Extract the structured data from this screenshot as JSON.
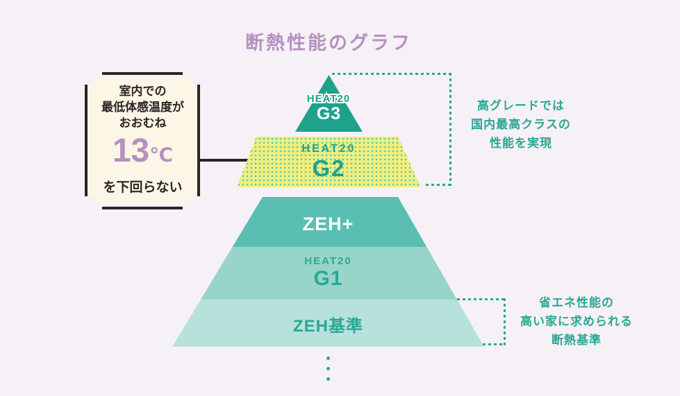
{
  "title": "断熱性能のグラフ",
  "callout": {
    "line1": "室内での",
    "line2": "最低体感温度が",
    "line3": "おおむね",
    "temp_value": "13",
    "temp_unit": "℃",
    "line5": "を下回らない"
  },
  "pyramid": {
    "g3": {
      "label_small": "HEAT20",
      "label_large": "G3"
    },
    "g2": {
      "label_small": "HEAT20",
      "label_large": "G2"
    },
    "zeh_plus": {
      "label": "ZEH+"
    },
    "g1": {
      "label_small": "HEAT20",
      "label_large": "G1"
    },
    "zeh_standard": {
      "label": "ZEH基準"
    }
  },
  "annotations": {
    "top": {
      "line1": "高グレードでは",
      "line2": "国内最高クラスの",
      "line3": "性能を実現"
    },
    "bottom": {
      "line1": "省エネ性能の",
      "line2": "高い家に求められる",
      "line3": "断熱基準"
    }
  },
  "colors": {
    "bg": "#F6F1F6",
    "title-purple": "#B690C1",
    "teal-dark": "#1EA28C",
    "teal-accent": "#2AA893",
    "band-zeh-plus": "#5BBEB2",
    "band-g1": "#97D4CA",
    "band-zeh-std": "#B7E2DB",
    "g2-yellow": "#F2EF7D",
    "g2-dot": "#5BC9B2",
    "cream": "#FBF6E5",
    "ink": "#2B2424"
  }
}
